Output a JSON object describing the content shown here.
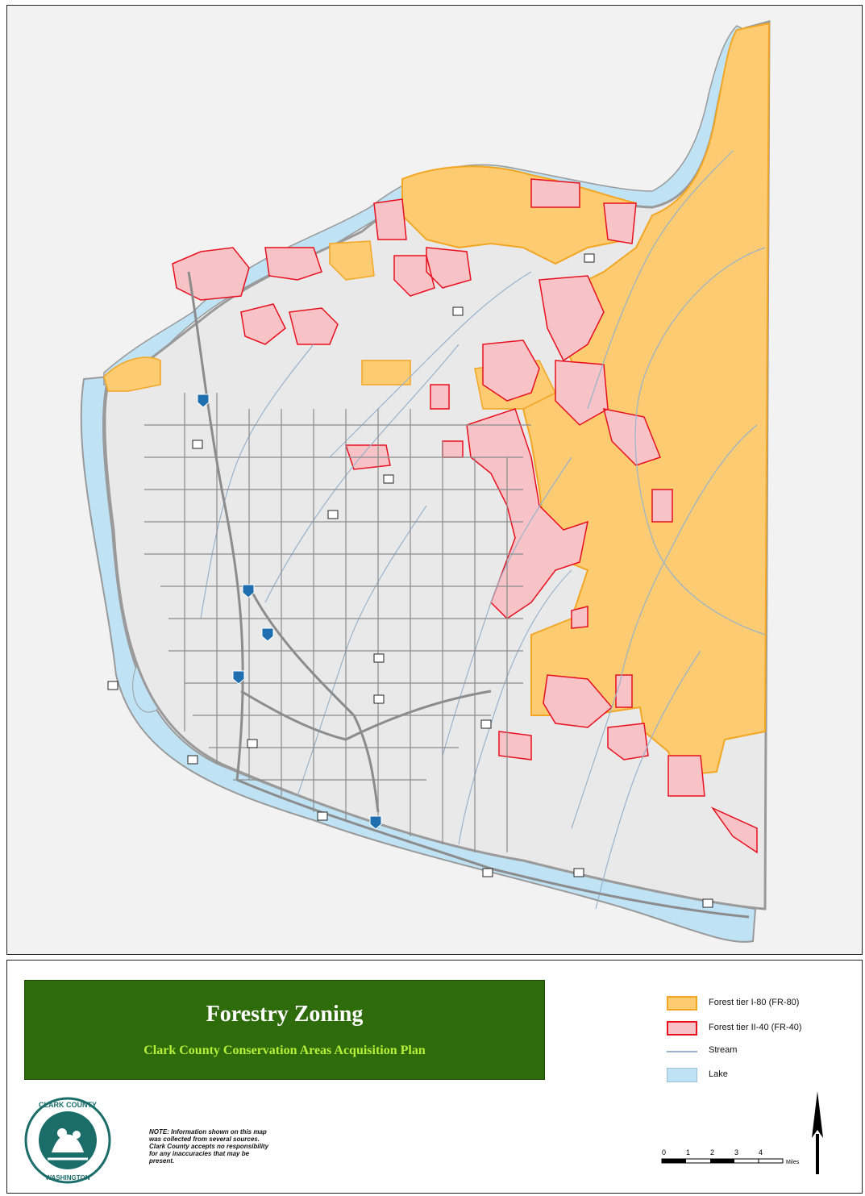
{
  "map": {
    "title": "Forestry Zoning",
    "subtitle": "Clark County Conservation Areas Acquisition Plan",
    "colors": {
      "background": "#f2f2f2",
      "county_fill": "#e9e9e9",
      "county_border": "#9a9a9a",
      "fr80_fill": "#fccb72",
      "fr80_stroke": "#f2a623",
      "fr40_fill": "#f7c3c7",
      "fr40_stroke": "#e8101e",
      "stream": "#99b3cc",
      "lake": "#bfe3f5",
      "road": "#8c8c8c",
      "title_bg": "#2e6b0a",
      "title_text": "#ffffff",
      "subtitle_text": "#b8f03a"
    }
  },
  "legend": {
    "items": [
      {
        "label": "Forest tier I-80 (FR-80)",
        "kind": "fr80"
      },
      {
        "label": "Forest tier II-40 (FR-40)",
        "kind": "fr40"
      },
      {
        "label": "Stream",
        "kind": "stream"
      },
      {
        "label": "Lake",
        "kind": "lake"
      }
    ]
  },
  "note": "NOTE: Information shown on this map was collected from several sources. Clark County accepts no responsibility for any inaccuracies that may be present.",
  "scale": {
    "ticks": [
      "0",
      "1",
      "2",
      "3",
      "4"
    ],
    "unit": "Miles"
  },
  "seal": {
    "text": "CLARK COUNTY, WASHINGTON"
  },
  "icons": [
    "interstate-shield-icon",
    "city-marker-icon",
    "north-arrow-icon",
    "county-seal-icon"
  ]
}
